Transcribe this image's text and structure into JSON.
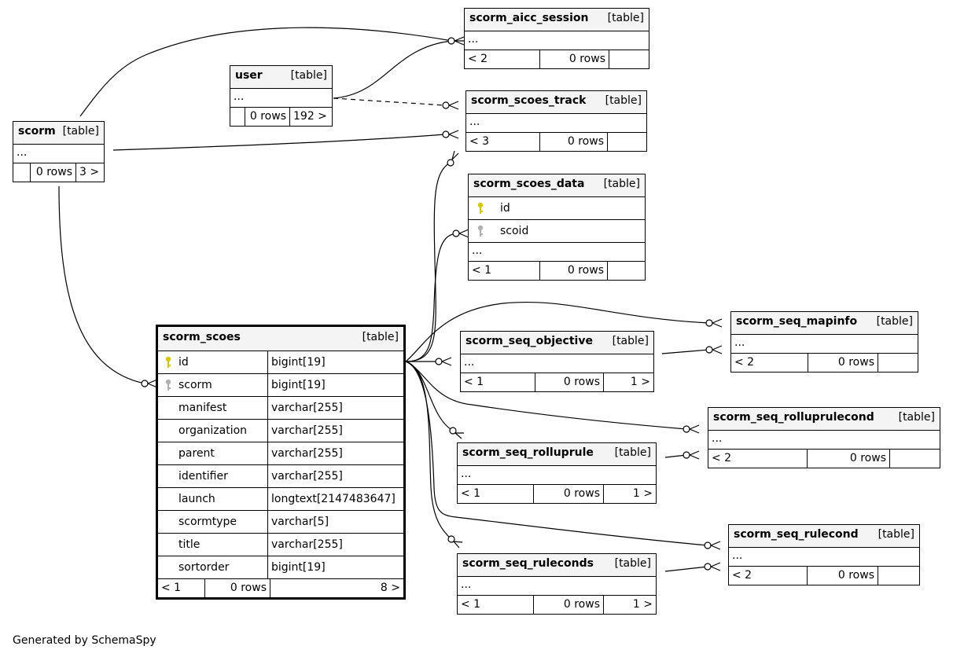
{
  "tables": {
    "scorm_aicc_session": {
      "name": "scorm_aicc_session",
      "tag": "[table]",
      "ellipsis": "...",
      "parents": "< 2",
      "rows": "0 rows",
      "children": ""
    },
    "user": {
      "name": "user",
      "tag": "[table]",
      "ellipsis": "...",
      "parents": "",
      "rows": "0 rows",
      "children": "192 >"
    },
    "scorm_scoes_track": {
      "name": "scorm_scoes_track",
      "tag": "[table]",
      "ellipsis": "...",
      "parents": "< 3",
      "rows": "0 rows",
      "children": ""
    },
    "scorm": {
      "name": "scorm",
      "tag": "[table]",
      "ellipsis": "...",
      "parents": "",
      "rows": "0 rows",
      "children": "3 >"
    },
    "scorm_scoes_data": {
      "name": "scorm_scoes_data",
      "tag": "[table]",
      "col1": "id",
      "col2": "scoid",
      "ellipsis": "...",
      "parents": "< 1",
      "rows": "0 rows",
      "children": ""
    },
    "scorm_seq_mapinfo": {
      "name": "scorm_seq_mapinfo",
      "tag": "[table]",
      "ellipsis": "...",
      "parents": "< 2",
      "rows": "0 rows",
      "children": ""
    },
    "scorm_seq_objective": {
      "name": "scorm_seq_objective",
      "tag": "[table]",
      "ellipsis": "...",
      "parents": "< 1",
      "rows": "0 rows",
      "children": "1 >"
    },
    "scorm_seq_rolluprulecond": {
      "name": "scorm_seq_rolluprulecond",
      "tag": "[table]",
      "ellipsis": "...",
      "parents": "< 2",
      "rows": "0 rows",
      "children": ""
    },
    "scorm_seq_rolluprule": {
      "name": "scorm_seq_rolluprule",
      "tag": "[table]",
      "ellipsis": "...",
      "parents": "< 1",
      "rows": "0 rows",
      "children": "1 >"
    },
    "scorm_seq_rulecond": {
      "name": "scorm_seq_rulecond",
      "tag": "[table]",
      "ellipsis": "...",
      "parents": "< 2",
      "rows": "0 rows",
      "children": ""
    },
    "scorm_seq_ruleconds": {
      "name": "scorm_seq_ruleconds",
      "tag": "[table]",
      "ellipsis": "...",
      "parents": "< 1",
      "rows": "0 rows",
      "children": "1 >"
    }
  },
  "main": {
    "name": "scorm_scoes",
    "tag": "[table]",
    "columns": [
      {
        "name": "id",
        "type": "bigint[19]",
        "key": "primary"
      },
      {
        "name": "scorm",
        "type": "bigint[19]",
        "key": "foreign"
      },
      {
        "name": "manifest",
        "type": "varchar[255]",
        "key": ""
      },
      {
        "name": "organization",
        "type": "varchar[255]",
        "key": ""
      },
      {
        "name": "parent",
        "type": "varchar[255]",
        "key": ""
      },
      {
        "name": "identifier",
        "type": "varchar[255]",
        "key": ""
      },
      {
        "name": "launch",
        "type": "longtext[2147483647]",
        "key": ""
      },
      {
        "name": "scormtype",
        "type": "varchar[5]",
        "key": ""
      },
      {
        "name": "title",
        "type": "varchar[255]",
        "key": ""
      },
      {
        "name": "sortorder",
        "type": "bigint[19]",
        "key": ""
      }
    ],
    "parents": "< 1",
    "rows": "0 rows",
    "children": "8 >"
  },
  "footer": {
    "credit": "Generated by SchemaSpy"
  },
  "colors": {
    "primary_key": "#d8c800",
    "foreign_key": "#b0b0b0",
    "header_bg": "#f4f4f4",
    "line": "#000000"
  }
}
